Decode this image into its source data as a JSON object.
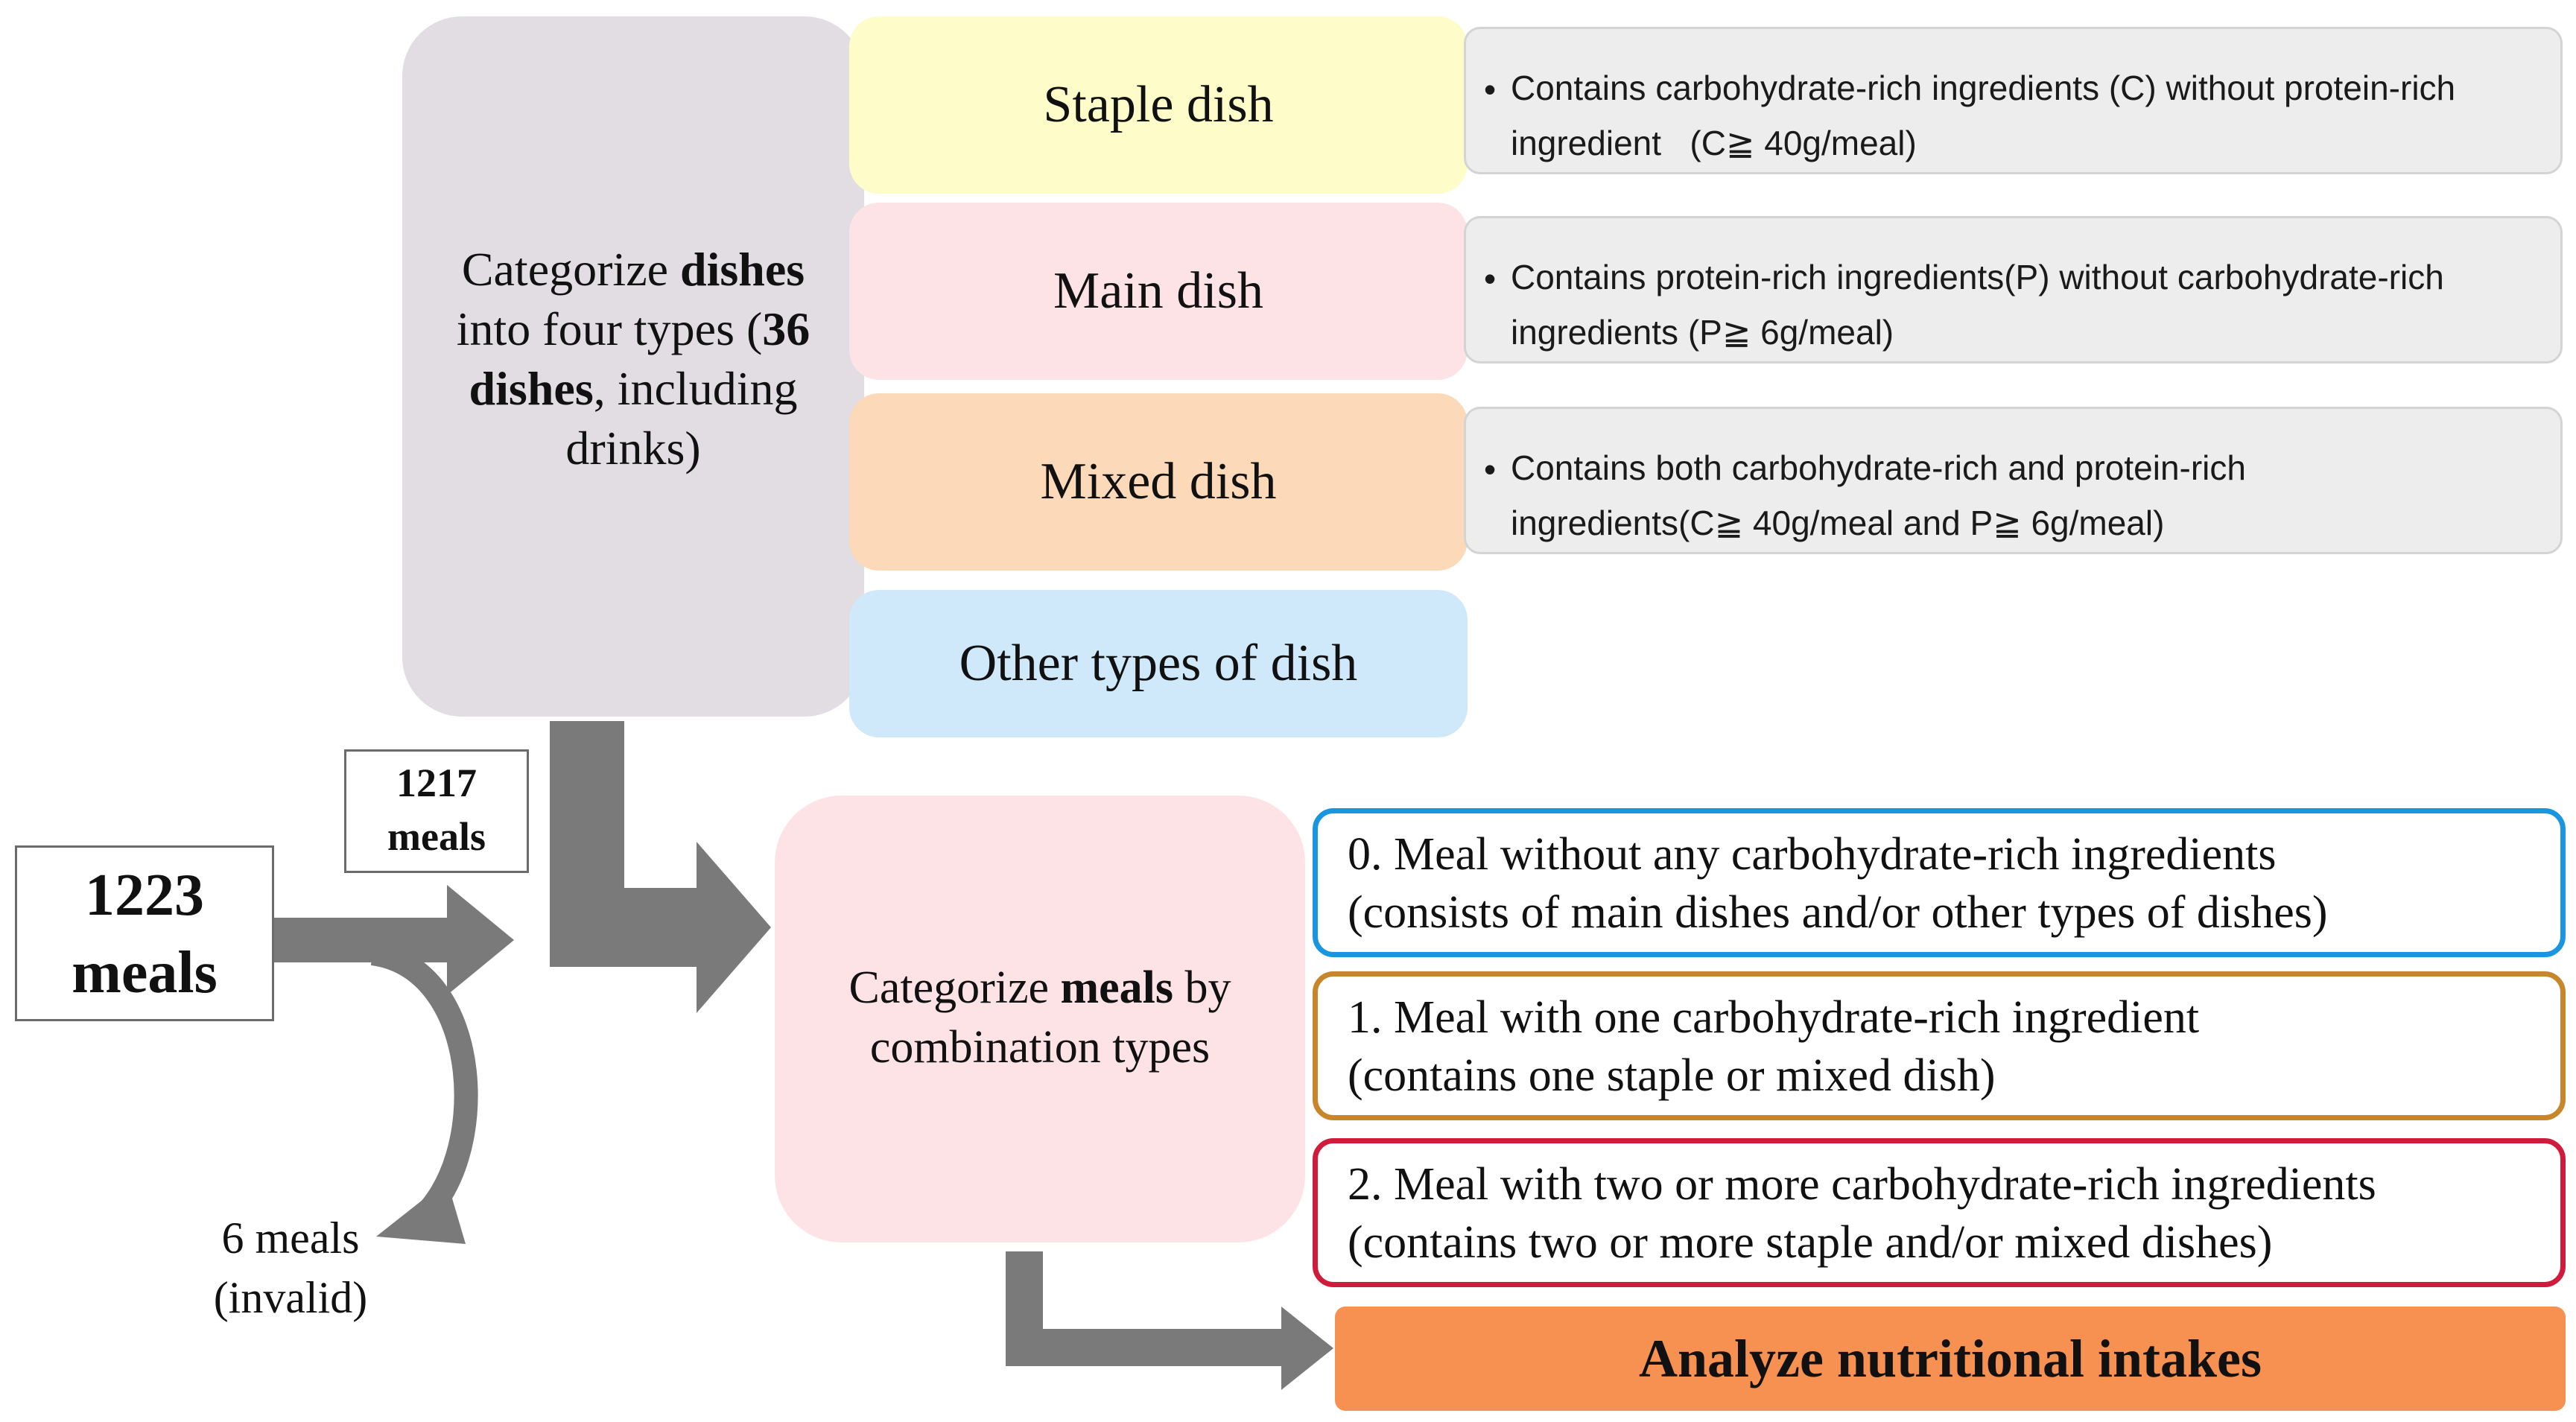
{
  "dish_categorization": {
    "text_1": "Categorize ",
    "text_bold_1": "dishes",
    "text_2": "into four types (",
    "text_bold_2": "36",
    "text_bold_3": "dishes",
    "text_3": ", including",
    "text_4": "drinks)"
  },
  "dish_types": {
    "staple": "Staple dish",
    "main": "Main dish",
    "mixed": "Mixed dish",
    "other": "Other types of dish"
  },
  "dish_descriptions": {
    "bullet": "•",
    "staple_line1": "Contains carbohydrate-rich ingredients (C) without protein-rich",
    "staple_line2": "ingredient   (C≧ 40g/meal)",
    "main_line1": "Contains protein-rich ingredients(P) without carbohydrate-rich",
    "main_line2": "ingredients (P≧ 6g/meal)",
    "mixed_line1": "Contains both carbohydrate-rich and protein-rich",
    "mixed_line2": "ingredients(C≧ 40g/meal and P≧ 6g/meal)"
  },
  "meal_counts": {
    "total_number": "1223",
    "total_unit": "meals",
    "valid_number": "1217",
    "valid_unit": "meals",
    "invalid_line1": "6 meals",
    "invalid_line2": "(invalid)"
  },
  "meal_categorization": {
    "text_1": "Categorize ",
    "text_bold": "meals",
    "text_2": " by",
    "text_3": "combination types"
  },
  "meal_types": [
    {
      "line1": "0. Meal without any carbohydrate-rich ingredients",
      "line2": "(consists of main dishes and/or other types of dishes)",
      "border_color": "#1a95e0"
    },
    {
      "line1": "1. Meal with one carbohydrate-rich ingredient",
      "line2": "(contains one staple or mixed dish)",
      "border_color": "#c8862c"
    },
    {
      "line1": "2. Meal with two or more carbohydrate-rich ingredients",
      "line2": "(contains two or more staple and/or mixed dishes)",
      "border_color": "#d01c3c"
    }
  ],
  "final_step": "Analyze nutritional intakes",
  "colors": {
    "dish_group": "#e1dde3",
    "staple": "#fefcc8",
    "main": "#fde3e5",
    "mixed": "#fcd9b8",
    "other": "#cfe9fb",
    "meal_group": "#fde3e5",
    "analyze": "#f69152",
    "arrow": "#7a7a7a"
  }
}
